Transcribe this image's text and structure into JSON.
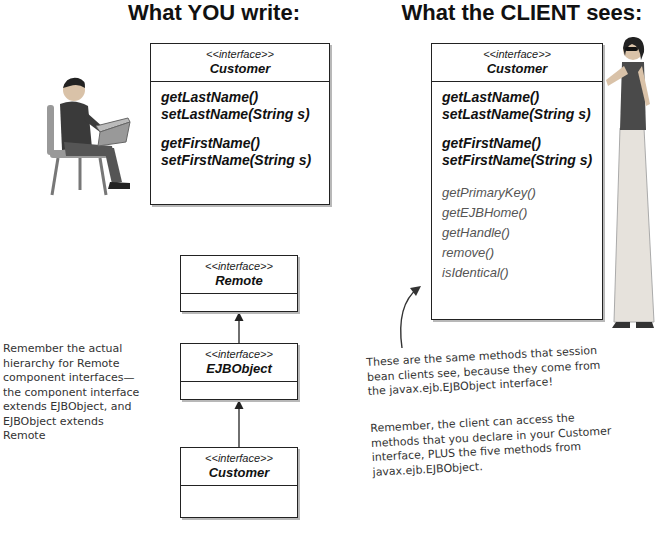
{
  "diagram": {
    "nodes": [
      {
        "text": [
          "<<interface>>",
          "Customer",
          "getLastName()",
          "setLastName(String s)",
          "getFirstName()",
          "setFirstName(String s)"
        ]
      },
      {
        "text": [
          "<<interface>>",
          "Customer",
          "getLastName()",
          "setLastName(String s)",
          "getFirstName()",
          "setFirstName(String s)",
          "getPrimaryKey()",
          "getEJBHome()",
          "getHandle()",
          "remove()",
          "isIdentical()"
        ]
      },
      {
        "text": [
          "<<interface>>",
          "Remote"
        ]
      },
      {
        "text": [
          "<<interface>>",
          "EJBObject"
        ]
      },
      {
        "text": [
          "<<interface>>",
          "Customer"
        ]
      }
    ],
    "edges": [
      {
        "from": 4,
        "to": 3,
        "arrow": "to"
      },
      {
        "from": 3,
        "to": 2,
        "arrow": "to"
      }
    ],
    "labels": [
      "What YOU write:",
      "What the CLIENT sees:",
      "Remember the actual hierarchy for Remote component interfaces— the component interface extends EJBObject, and EJBObject extends Remote",
      "These are the same methods that session bean clients see, because they come from the javax.ejb.EJBObject interface!",
      "Remember, the client can access the methods that you declare in your Customer interface, PLUS the five methods from javax.ejb.EJBObject."
    ]
  }
}
